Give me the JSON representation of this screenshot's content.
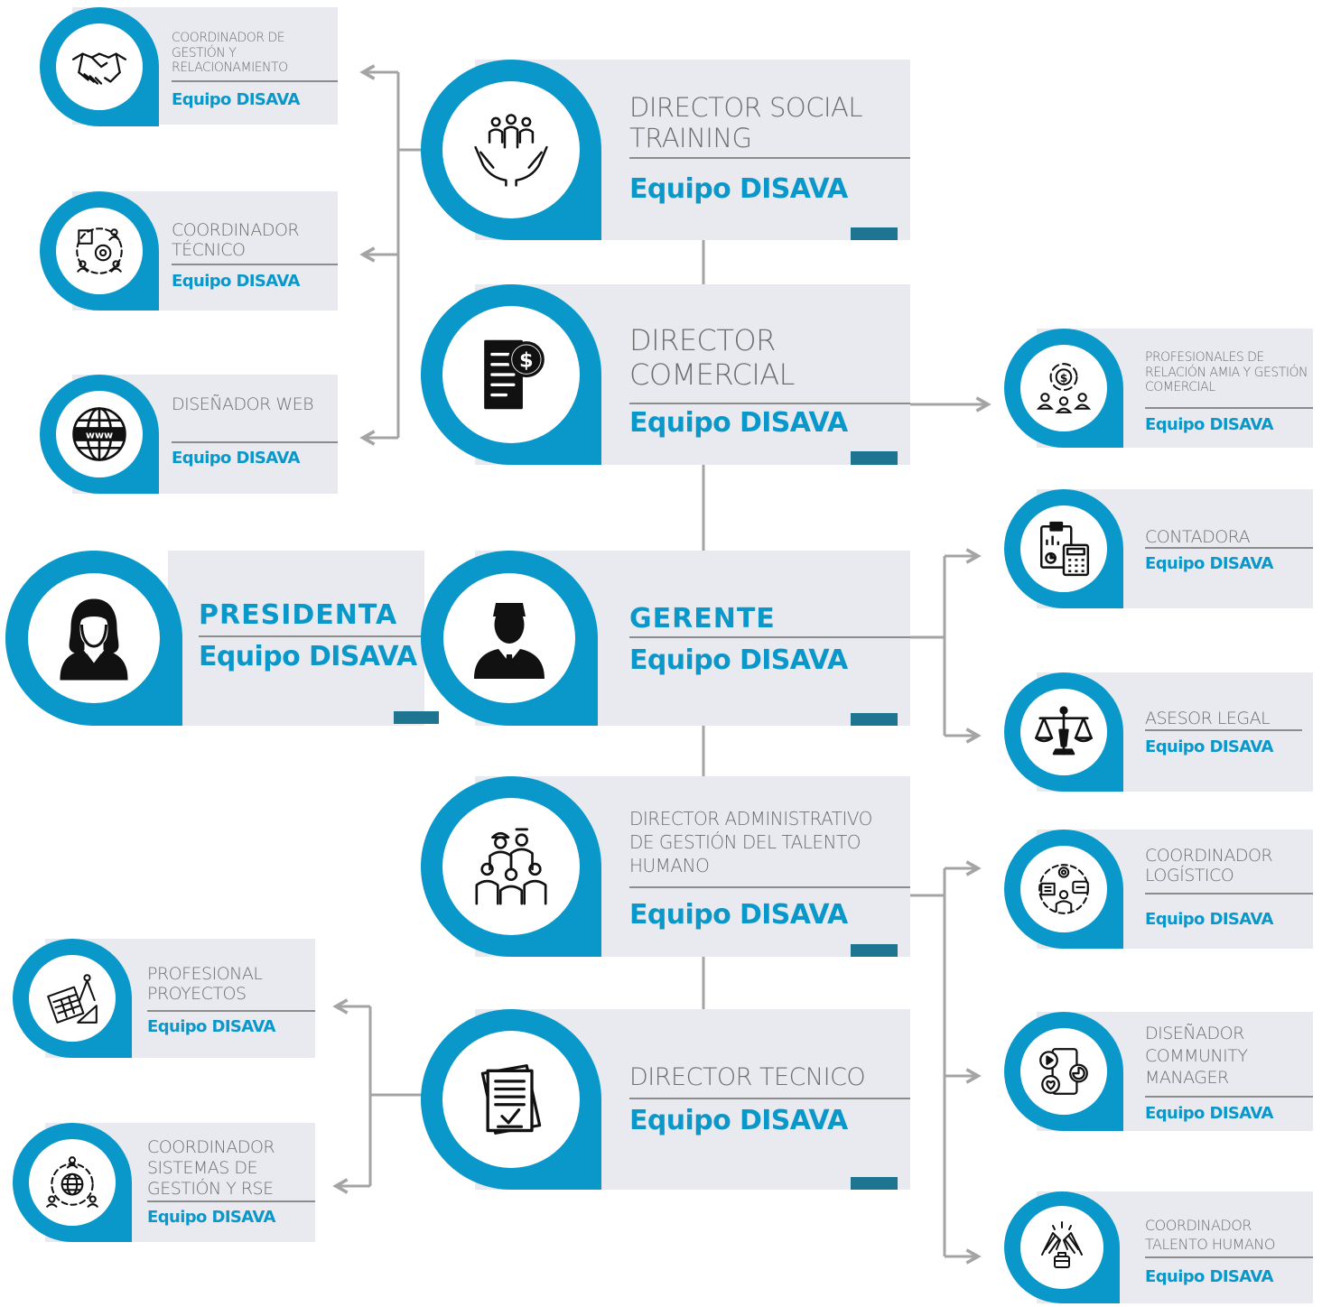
{
  "colors": {
    "accent": "#0a97c9",
    "card": "#e9eaef",
    "text": "#6e6e6e",
    "bar": "#1d7592",
    "line": "#a4a4a4"
  },
  "nodes": {
    "coord_gestion": {
      "title": "COORDINADOR DE GESTIÓN Y RELACIONAMIENTO",
      "team": "Equipo DISAVA",
      "icon": "handshake-icon"
    },
    "coord_tecnico": {
      "title": "COORDINADOR TÉCNICO",
      "team": "Equipo DISAVA",
      "icon": "puzzle-gears-icon"
    },
    "disenador_web": {
      "title": "DISEÑADOR WEB",
      "team": "Equipo DISAVA",
      "icon": "globe-www-icon"
    },
    "director_social": {
      "title": "DIRECTOR SOCIAL TRAINING",
      "team": "Equipo DISAVA",
      "icon": "hands-people-icon"
    },
    "director_comercial": {
      "title": "DIRECTOR COMERCIAL",
      "team": "Equipo DISAVA",
      "icon": "invoice-dollar-icon"
    },
    "profesionales_relacion": {
      "title": "PROFESIONALES DE RELACIÓN AMIA Y GESTIÓN COMERCIAL",
      "team": "Equipo DISAVA",
      "icon": "money-team-icon"
    },
    "presidenta": {
      "title": "PRESIDENTA",
      "team": "Equipo DISAVA",
      "icon": "woman-avatar-icon"
    },
    "gerente": {
      "title": "GERENTE",
      "team": "Equipo DISAVA",
      "icon": "businessman-avatar-icon"
    },
    "contadora": {
      "title": "CONTADORA",
      "team": "Equipo DISAVA",
      "icon": "calculator-report-icon"
    },
    "asesor_legal": {
      "title": "ASESOR LEGAL",
      "team": "Equipo DISAVA",
      "icon": "scales-icon"
    },
    "director_admin": {
      "title": "DIRECTOR ADMINISTRATIVO DE GESTIÓN DEL TALENTO HUMANO",
      "team": "Equipo DISAVA",
      "icon": "workers-group-icon"
    },
    "coord_logistico": {
      "title": "COORDINADOR LOGÍSTICO",
      "team": "Equipo DISAVA",
      "icon": "logistics-person-icon"
    },
    "profesional_proyectos": {
      "title": "PROFESIONAL PROYECTOS",
      "team": "Equipo DISAVA",
      "icon": "blueprint-compass-icon"
    },
    "disenador_community": {
      "title": "DISEÑADOR COMMUNITY MANAGER",
      "team": "Equipo DISAVA",
      "icon": "social-media-icon"
    },
    "coord_sistemas": {
      "title": "COORDINADOR SISTEMAS DE GESTIÓN Y RSE",
      "team": "Equipo DISAVA",
      "icon": "global-network-icon"
    },
    "director_tecnico": {
      "title": "DIRECTOR TECNICO",
      "team": "Equipo DISAVA",
      "icon": "checklist-document-icon"
    },
    "coord_talento": {
      "title": "COORDINADOR TALENTO HUMANO",
      "team": "Equipo DISAVA",
      "icon": "high-five-icon"
    }
  }
}
